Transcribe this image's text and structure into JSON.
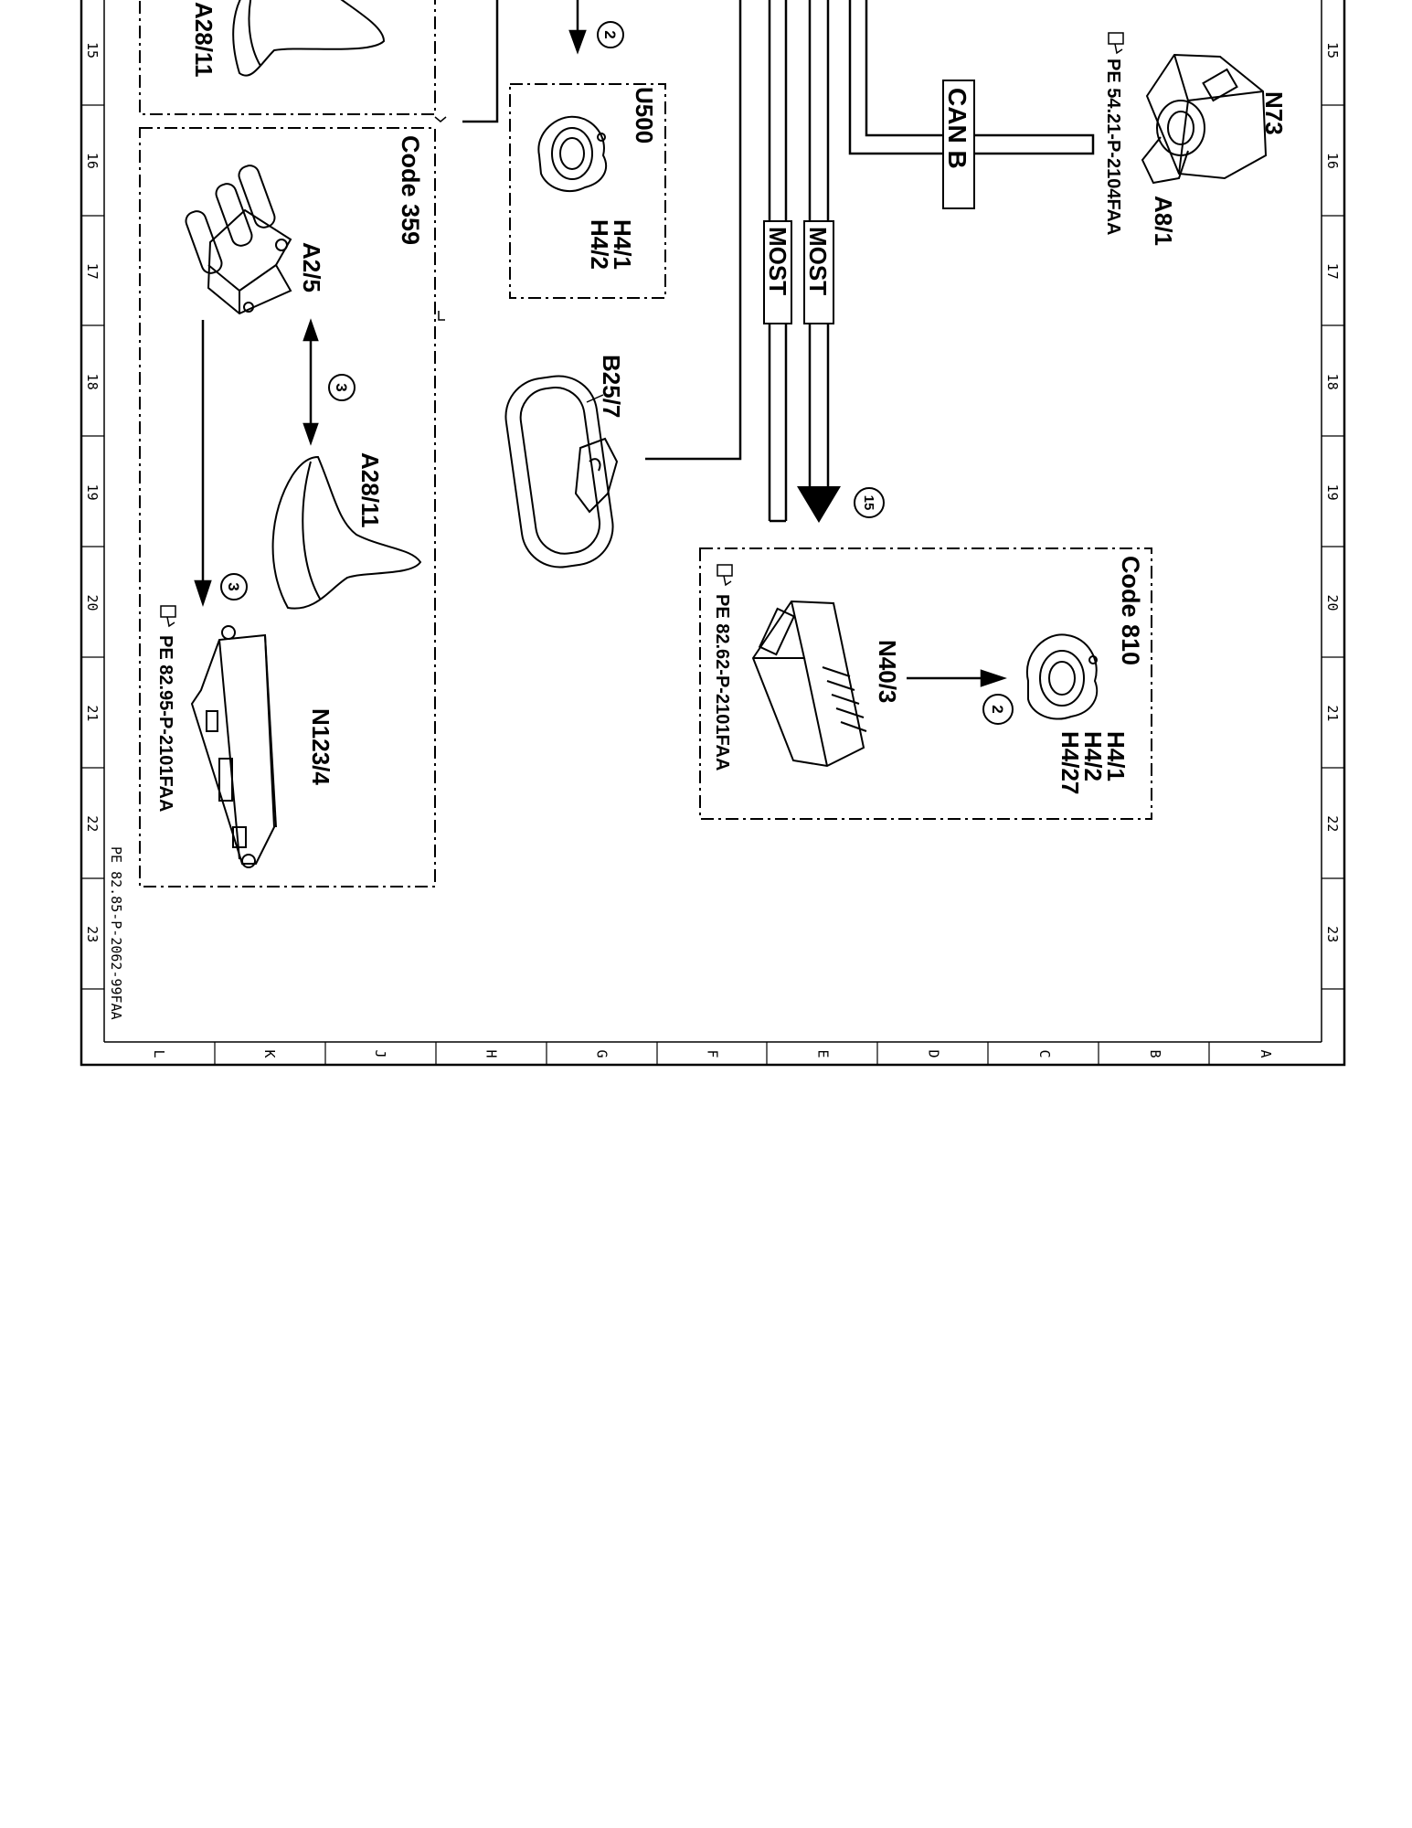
{
  "doc_ref": "PE 82.85-P-2062-99FAA",
  "columns": [
    "L",
    "K",
    "J",
    "H",
    "G",
    "F",
    "E",
    "D",
    "C",
    "B",
    "A"
  ],
  "rows": [
    "15",
    "16",
    "17",
    "18",
    "19",
    "20",
    "21",
    "22",
    "23"
  ],
  "components": {
    "a28_11_top": "A28/11",
    "code_359": "Code 359",
    "a2_5": "A2/5",
    "a28_11": "A28/11",
    "n123_4": "N123/4",
    "n123_4_ref": "PE 82.95-P-2101FAA",
    "u500": "U500",
    "u500_h41": "H4/1",
    "u500_h42": "H4/2",
    "b25_7": "B25/7",
    "most_1": "MOST",
    "most_2": "MOST",
    "can_b": "CAN B",
    "n73": "N73",
    "a8_1": "A8/1",
    "n73_ref": "PE 54.21-P-2104FAA",
    "code_810": "Code 810",
    "n40_3": "N40/3",
    "n40_3_ref": "PE 82.62-P-2101FAA",
    "c810_h41": "H4/1",
    "c810_h42": "H4/2",
    "c810_h427": "H4/27"
  },
  "markers": {
    "m_u500": "2",
    "m_a25": "3",
    "m_n123": "3",
    "m_most": "15",
    "m_c810": "2"
  }
}
